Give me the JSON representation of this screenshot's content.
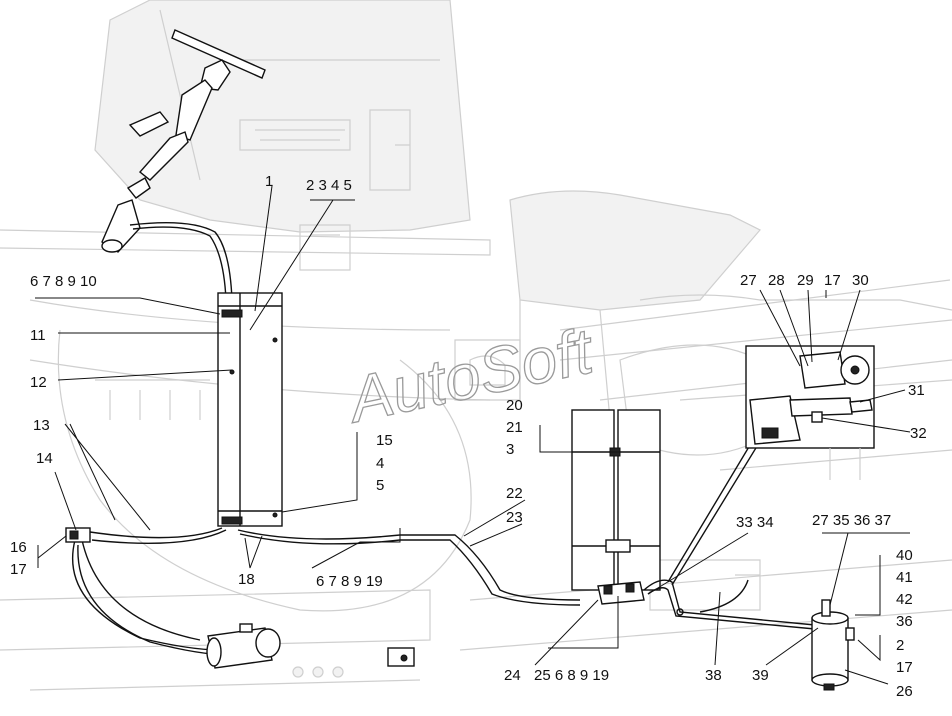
{
  "watermark": "AutoSoft",
  "callouts": {
    "c1": "1",
    "c2_5": "2 3 4 5",
    "c6_10_left": "6 7 8 9 10",
    "c11": "11",
    "c12": "12",
    "c13": "13",
    "c14": "14",
    "c15": "15",
    "c4": "4",
    "c5": "5",
    "c16": "16",
    "c17_left": "17",
    "c18": "18",
    "c6_19_mid": "6 7 8 9 19",
    "c20": "20",
    "c21": "21",
    "c3": "3",
    "c22": "22",
    "c23": "23",
    "c24": "24",
    "c25_19_bottom": "25 6 8 9 19",
    "c33_34": "33 34",
    "c27a": "27",
    "c28": "28",
    "c29": "29",
    "c17a": "17",
    "c30": "30",
    "c31": "31",
    "c32": "32",
    "c27_37": "27 35 36 37",
    "c40": "40",
    "c41": "41",
    "c42": "42",
    "c36": "36",
    "c2_right": "2",
    "c17_right": "17",
    "c38": "38",
    "c39": "39",
    "c26": "26"
  }
}
